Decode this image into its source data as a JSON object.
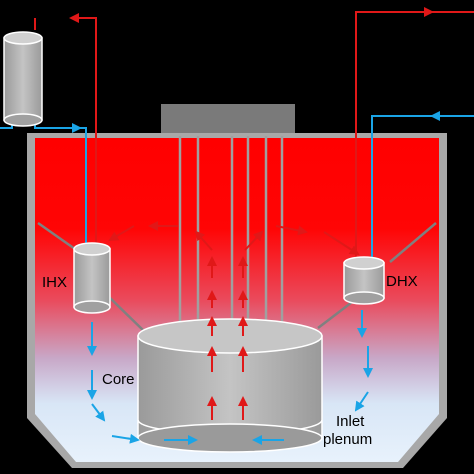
{
  "labels": {
    "ihx": "IHX",
    "dhx": "DHX",
    "core": "Core",
    "inlet_line1": "Inlet",
    "inlet_line2": "plenum"
  },
  "colors": {
    "background": "#000000",
    "hot_pool": "#ff0000",
    "cold_pool": "#d8e8f8",
    "hot_flow": "#e01818",
    "cold_flow": "#1aa4e6",
    "vessel_wall": "#a8a8a8",
    "component_gray": "#b4b4b4",
    "rotating_plug": "#7a7a7a"
  },
  "icons": [
    "flow-arrow-icon"
  ]
}
